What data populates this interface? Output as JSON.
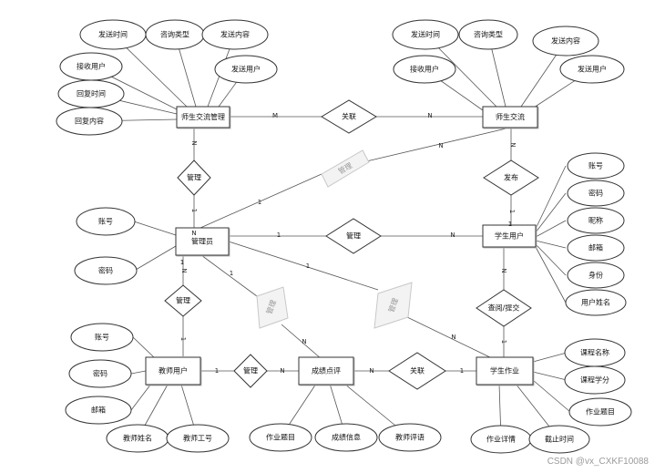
{
  "entities": {
    "e_msgadmin": "师生交流管理",
    "e_msg": "师生交流",
    "e_admin": "管理员",
    "e_student": "学生用户",
    "e_teacher": "教师用户",
    "e_review": "成绩点评",
    "e_work": "学生作业"
  },
  "relations": {
    "r_assoc_top": "关联",
    "r_manage_admin_msg": "管理",
    "r_manage_fade_msg": "管理",
    "r_publish": "发布",
    "r_manage_admin_stu": "管理",
    "r_manage_admin_tea": "管理",
    "r_manage_fade_review": "管理",
    "r_manage_fade_work": "管理",
    "r_submit": "查阅/提交",
    "r_manage_tea_review": "管理",
    "r_assoc_bottom": "关联"
  },
  "attributes": {
    "a_ma_sendtime": "发送时间",
    "a_ma_type": "咨询类型",
    "a_ma_content": "发送内容",
    "a_ma_recv": "接收用户",
    "a_ma_sender": "发送用户",
    "a_ma_replytime": "回复时间",
    "a_ma_replycontent": "回复内容",
    "a_m_sendtime": "发送时间",
    "a_m_type": "咨询类型",
    "a_m_content": "发送内容",
    "a_m_recv": "接收用户",
    "a_m_sender": "发送用户",
    "a_s_account": "账号",
    "a_s_password": "密码",
    "a_s_nick": "昵称",
    "a_s_email": "邮箱",
    "a_s_identity": "身份",
    "a_s_name": "用户姓名",
    "a_a_account": "账号",
    "a_a_password": "密码",
    "a_t_account": "账号",
    "a_t_password": "密码",
    "a_t_email": "邮箱",
    "a_t_name": "教师姓名",
    "a_t_id": "教师工号",
    "a_r_title": "作业题目",
    "a_r_score": "成绩信息",
    "a_r_comment": "教师评语",
    "a_w_course": "课程名称",
    "a_w_credit": "课程学分",
    "a_w_title": "作业题目",
    "a_w_detail": "作业详情",
    "a_w_deadline": "截止时间"
  },
  "cardinalities": {
    "c1": "M",
    "c2": "N",
    "c3": "N",
    "c4": "1",
    "c5": "N",
    "c6": "N",
    "c7": "1",
    "c8": "1",
    "c9": "N",
    "c10": "1",
    "c11": "N",
    "c12": "1",
    "c13": "1",
    "c14": "N",
    "c15": "1",
    "c16": "N",
    "c17": "N",
    "c18": "1",
    "c19": "N",
    "c20": "N",
    "c21": "1",
    "c22": "1",
    "c23": "N",
    "c24": "1",
    "c25": "1"
  },
  "watermark": "CSDN @vx_CXKF10088"
}
